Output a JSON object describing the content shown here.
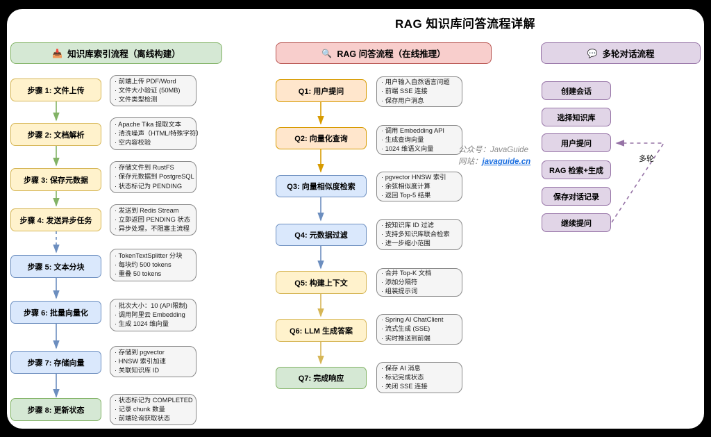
{
  "title": "RAG 知识库问答流程详解",
  "watermark": {
    "line1": "公众号：JavaGuide",
    "line2_prefix": "网站：",
    "line2_link": "javaguide.cn"
  },
  "colors": {
    "yellow_fill": "#fff2cc",
    "yellow_stroke": "#d6b656",
    "orange_fill": "#ffe6cc",
    "orange_stroke": "#d79b00",
    "blue_fill": "#dae8fc",
    "blue_stroke": "#6c8ebf",
    "green_fill": "#d5e8d4",
    "green_stroke": "#82b366",
    "red_fill": "#f8cecc",
    "red_stroke": "#b85450",
    "purple_fill": "#e1d5e7",
    "purple_stroke": "#9673a6",
    "gray_fill": "#f5f5f5",
    "gray_stroke": "#888888"
  },
  "left": {
    "header": {
      "icon": "📥",
      "label": "知识库索引流程（离线构建）"
    },
    "steps": [
      {
        "label": "步骤 1: 文件上传",
        "lines": [
          "前端上传 PDF/Word",
          "文件大小验证 (50MB)",
          "文件类型检测"
        ]
      },
      {
        "label": "步骤 2: 文档解析",
        "lines": [
          "Apache Tika 提取文本",
          "清洗噪声（HTML/特殊字符）",
          "空内容校验"
        ]
      },
      {
        "label": "步骤 3: 保存元数据",
        "lines": [
          "存储文件到 RustFS",
          "保存元数据到 PostgreSQL",
          "状态标记为 PENDING"
        ]
      },
      {
        "label": "步骤 4: 发送异步任务",
        "lines": [
          "发送到 Redis Stream",
          "立即返回 PENDING 状态",
          "异步处理，不阻塞主流程"
        ]
      },
      {
        "label": "步骤 5: 文本分块",
        "lines": [
          "TokenTextSplitter 分块",
          "每块约 500 tokens",
          "重叠 50 tokens"
        ]
      },
      {
        "label": "步骤 6: 批量向量化",
        "lines": [
          "批次大小：10 (API限制)",
          "调用阿里云 Embedding",
          "生成 1024 维向量"
        ]
      },
      {
        "label": "步骤 7: 存储向量",
        "lines": [
          "存储到 pgvector",
          "HNSW 索引加速",
          "关联知识库 ID"
        ]
      },
      {
        "label": "步骤 8: 更新状态",
        "lines": [
          "状态标记为 COMPLETED",
          "记录 chunk 数量",
          "前端轮询获取状态"
        ]
      }
    ]
  },
  "middle": {
    "header": {
      "icon": "🔍",
      "label": "RAG 问答流程（在线推理）"
    },
    "steps": [
      {
        "label": "Q1: 用户提问",
        "lines": [
          "用户输入自然语言问题",
          "前端 SSE 连接",
          "保存用户消息"
        ]
      },
      {
        "label": "Q2: 向量化查询",
        "lines": [
          "调用 Embedding API",
          "生成查询向量",
          "1024 维语义向量"
        ]
      },
      {
        "label": "Q3: 向量相似度检索",
        "lines": [
          "pgvector HNSW 索引",
          "余弦相似度计算",
          "返回 Top-5 结果"
        ]
      },
      {
        "label": "Q4: 元数据过滤",
        "lines": [
          "按知识库 ID 过滤",
          "支持多知识库联合检索",
          "进一步缩小范围"
        ]
      },
      {
        "label": "Q5: 构建上下文",
        "lines": [
          "合并 Top-K 文档",
          "添加分隔符",
          "组装提示词"
        ]
      },
      {
        "label": "Q6: LLM 生成答案",
        "lines": [
          "Spring AI ChatClient",
          "流式生成 (SSE)",
          "实时推送到前端"
        ]
      },
      {
        "label": "Q7: 完成响应",
        "lines": [
          "保存 AI 消息",
          "标记完成状态",
          "关闭 SSE 连接"
        ]
      }
    ]
  },
  "right": {
    "header": {
      "icon": "💬",
      "label": "多轮对话流程"
    },
    "items": [
      {
        "label": "创建会话"
      },
      {
        "label": "选择知识库"
      },
      {
        "label": "用户提问"
      },
      {
        "label": "RAG 检索+生成"
      },
      {
        "label": "保存对话记录"
      },
      {
        "label": "继续提问"
      }
    ],
    "loop_label": "多轮"
  }
}
